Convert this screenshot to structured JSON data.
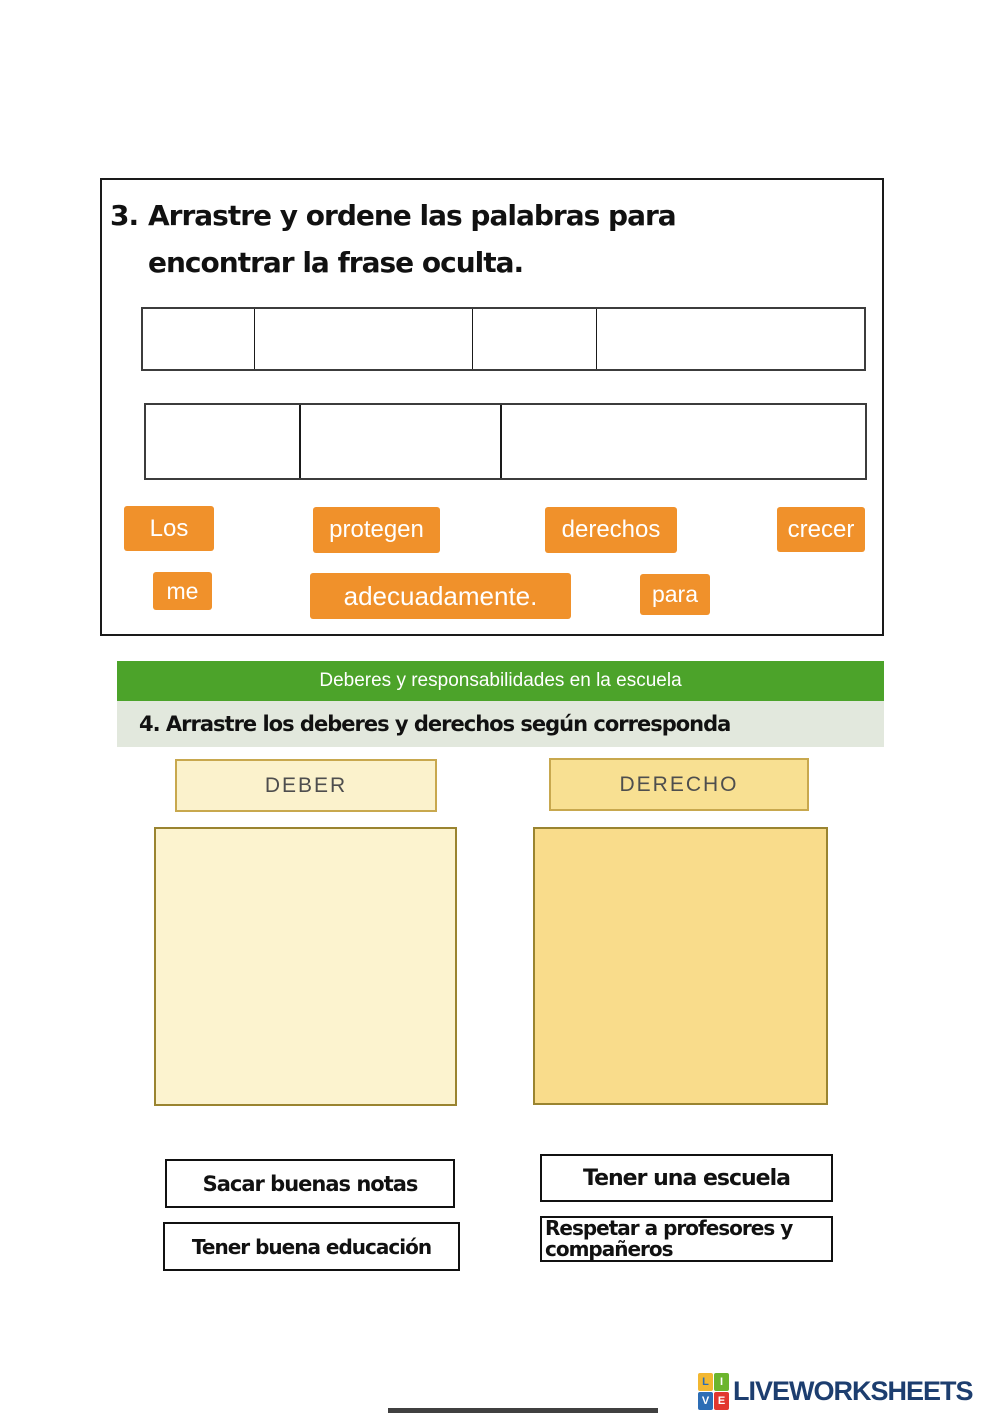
{
  "colors": {
    "orange": "#F0912B",
    "green": "#4CA32A",
    "q4_bar_bg": "#E2E8DD",
    "deber_fill": "#FBF2CC",
    "derecho_fill": "#F8E092",
    "deber_big_fill": "#FCF3CF",
    "derecho_big_fill": "#F9DC8B",
    "logo_navy": "#1D3E6F"
  },
  "q3": {
    "number": "3.",
    "instruction_line1": "Arrastre y ordene las palabras para",
    "instruction_line2": "encontrar la frase oculta.",
    "tiles_row1": [
      "Los",
      "protegen",
      "derechos",
      "crecer"
    ],
    "tiles_row2": [
      "me",
      "adecuadamente.",
      "para"
    ]
  },
  "banner": {
    "title": "Deberes y responsabilidades en la escuela"
  },
  "q4": {
    "instruction": "4. Arrastre los deberes y derechos según corresponda",
    "column_left_label": "DEBER",
    "column_right_label": "DERECHO",
    "draggables_left": [
      "Sacar buenas notas",
      "Tener buena educación"
    ],
    "draggables_right": [
      "Tener una escuela",
      "Respetar a profesores y compañeros"
    ]
  },
  "footer": {
    "logo_text": "LIVEWORKSHEETS",
    "logo_letters": [
      "L",
      "I",
      "V",
      "E"
    ]
  }
}
